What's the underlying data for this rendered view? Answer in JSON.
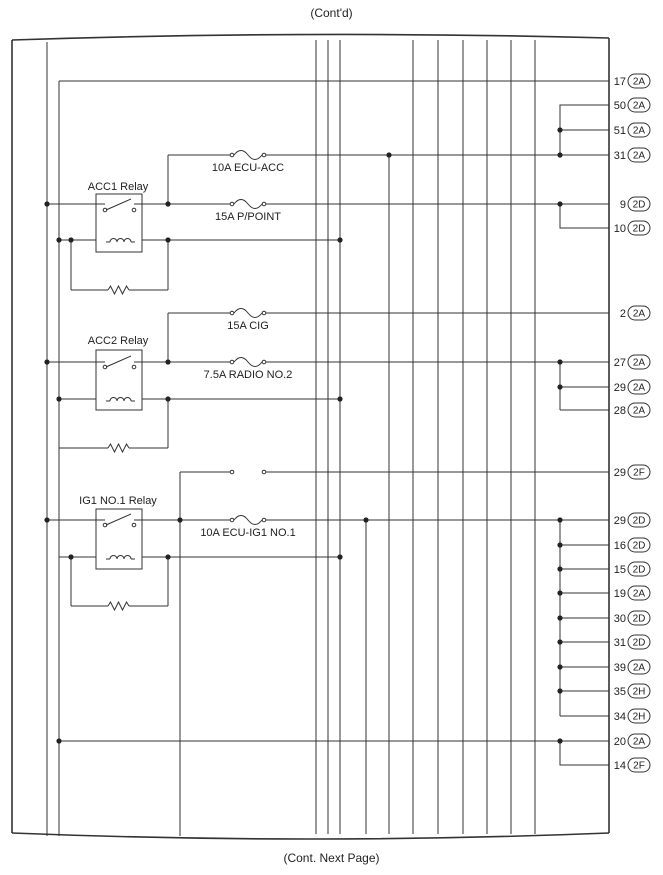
{
  "captions": {
    "top": "(Cont'd)",
    "bottom": "(Cont. Next Page)"
  },
  "relays": [
    {
      "id": "acc1",
      "label": "ACC1 Relay"
    },
    {
      "id": "acc2",
      "label": "ACC2 Relay"
    },
    {
      "id": "ig1",
      "label": "IG1 NO.1 Relay"
    }
  ],
  "fuses": [
    {
      "id": "ecu-acc",
      "label": "10A ECU-ACC"
    },
    {
      "id": "p-point",
      "label": "15A P/POINT"
    },
    {
      "id": "cig",
      "label": "15A CIG"
    },
    {
      "id": "radio",
      "label": "7.5A RADIO NO.2"
    },
    {
      "id": "ecu-ig1",
      "label": "10A ECU-IG1 NO.1"
    }
  ],
  "terminals": [
    {
      "pin": "17",
      "connector": "2A"
    },
    {
      "pin": "50",
      "connector": "2A"
    },
    {
      "pin": "51",
      "connector": "2A"
    },
    {
      "pin": "31",
      "connector": "2A"
    },
    {
      "pin": "9",
      "connector": "2D"
    },
    {
      "pin": "10",
      "connector": "2D"
    },
    {
      "pin": "2",
      "connector": "2A"
    },
    {
      "pin": "27",
      "connector": "2A"
    },
    {
      "pin": "29",
      "connector": "2A"
    },
    {
      "pin": "28",
      "connector": "2A"
    },
    {
      "pin": "29",
      "connector": "2F"
    },
    {
      "pin": "29",
      "connector": "2D"
    },
    {
      "pin": "16",
      "connector": "2D"
    },
    {
      "pin": "15",
      "connector": "2D"
    },
    {
      "pin": "19",
      "connector": "2A"
    },
    {
      "pin": "30",
      "connector": "2D"
    },
    {
      "pin": "31",
      "connector": "2D"
    },
    {
      "pin": "39",
      "connector": "2A"
    },
    {
      "pin": "35",
      "connector": "2H"
    },
    {
      "pin": "34",
      "connector": "2H"
    },
    {
      "pin": "20",
      "connector": "2A"
    },
    {
      "pin": "14",
      "connector": "2F"
    }
  ]
}
